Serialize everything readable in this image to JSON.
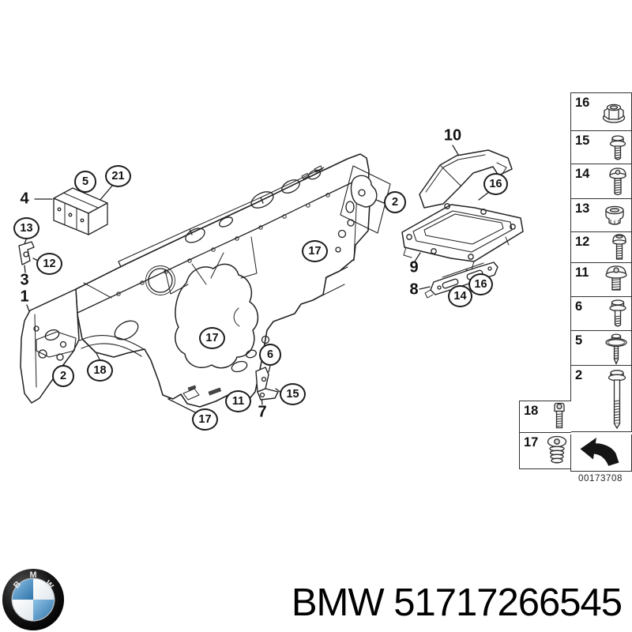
{
  "colors": {
    "line": "#222222",
    "panel_border": "#333333",
    "bmw_blue": "#3c7fb4",
    "background": "#ffffff"
  },
  "footer": {
    "part_number": "BMW 51717266545",
    "logo_letters": [
      "B",
      "M",
      "W"
    ]
  },
  "diagram": {
    "image_code": "00173708",
    "callouts": [
      {
        "n": "5"
      },
      {
        "n": "21"
      },
      {
        "n": "13"
      },
      {
        "n": "12"
      },
      {
        "n": "2"
      },
      {
        "n": "18"
      },
      {
        "n": "17"
      },
      {
        "n": "17"
      },
      {
        "n": "17"
      },
      {
        "n": "11"
      },
      {
        "n": "6"
      },
      {
        "n": "15"
      },
      {
        "n": "2"
      },
      {
        "n": "16"
      },
      {
        "n": "16"
      },
      {
        "n": "14"
      }
    ],
    "labels": [
      {
        "n": "4"
      },
      {
        "n": "3"
      },
      {
        "n": "1"
      },
      {
        "n": "10"
      },
      {
        "n": "9"
      },
      {
        "n": "8"
      },
      {
        "n": "7"
      }
    ],
    "fasteners": {
      "main": [
        {
          "n": "16",
          "icon": "flange-nut"
        },
        {
          "n": "15",
          "icon": "hex-screw"
        },
        {
          "n": "14",
          "icon": "torx-screw"
        },
        {
          "n": "13",
          "icon": "grommet-nut"
        },
        {
          "n": "12",
          "icon": "dome-bolt"
        },
        {
          "n": "11",
          "icon": "torx-flange-screw"
        },
        {
          "n": "6",
          "icon": "hex-flange-bolt"
        },
        {
          "n": "5",
          "icon": "washer-screw"
        },
        {
          "n": "2",
          "icon": "long-hex-bolt"
        }
      ],
      "side": [
        {
          "n": "18",
          "icon": "socket-head-bolt"
        },
        {
          "n": "17",
          "icon": "coarse-torx-screw"
        }
      ]
    }
  }
}
